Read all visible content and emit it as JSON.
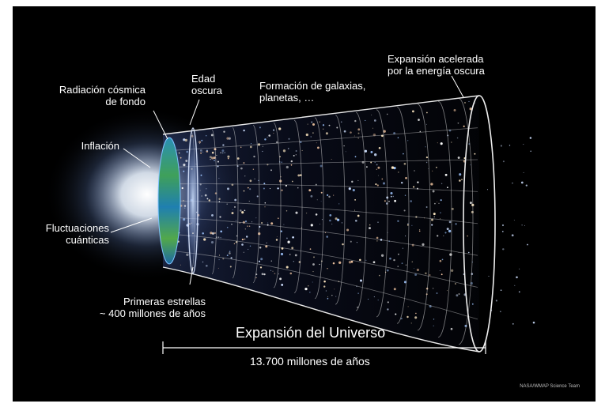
{
  "labels": {
    "radiation": [
      "Radiación cósmica",
      "de fondo"
    ],
    "dark_age": [
      "Edad",
      "oscura"
    ],
    "galaxies": [
      "Formación de galaxias,",
      "planetas, …"
    ],
    "accelerated": [
      "Expansión acelerada",
      "por la energía oscura"
    ],
    "inflation": [
      "Inflación"
    ],
    "fluctuations": [
      "Fluctuaciones",
      "cuánticas"
    ],
    "first_stars": [
      "Primeras estrellas",
      "~ 400 millones de años"
    ]
  },
  "expansion": {
    "title": "Expansión del Universo",
    "years": "13.700 millones de años"
  },
  "credit": "NASA/WMAP Science Team",
  "colors": {
    "background": "#000000",
    "text": "#ffffff",
    "grid": "#d8d8d8",
    "cmb_blue": "#1a6fb0",
    "cmb_green": "#4aa84a",
    "glow": "#ffffff"
  }
}
